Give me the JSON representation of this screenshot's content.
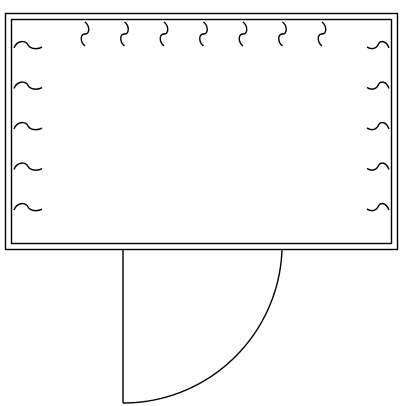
{
  "diagram": {
    "kind": "floor-plan-symbol",
    "stroke_color": "#000000",
    "background_color": "#ffffff",
    "top_hanger_count": 7,
    "side_hanger_count_per_side": 5,
    "door": {
      "swing": "quarter-circle",
      "hinge_side": "left"
    }
  }
}
